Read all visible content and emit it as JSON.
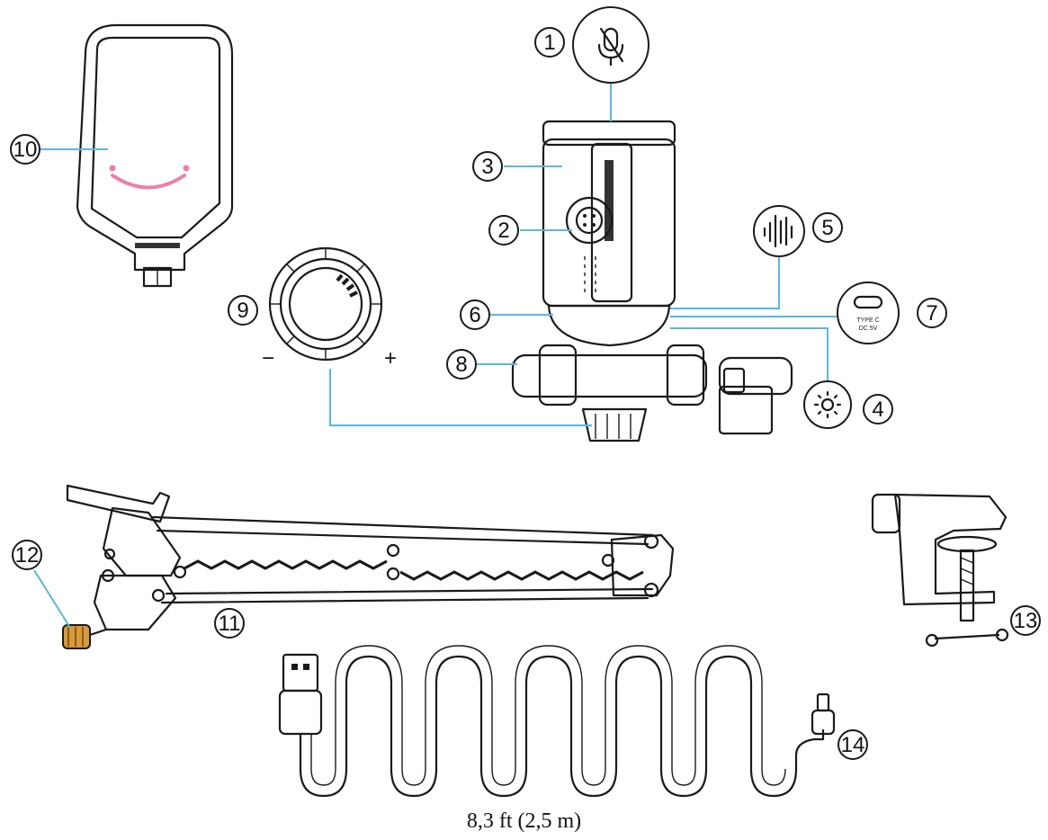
{
  "callouts": {
    "n1": "1",
    "n2": "2",
    "n3": "3",
    "n4": "4",
    "n5": "5",
    "n6": "6",
    "n7": "7",
    "n8": "8",
    "n9": "9",
    "n10": "10",
    "n11": "11",
    "n12": "12",
    "n13": "13",
    "n14": "14"
  },
  "knob": {
    "minus": "−",
    "plus": "+"
  },
  "port_label": "TYPE C\nDC 5V",
  "cable_length": "8,3 ft (2,5 m)",
  "colors": {
    "leader_line": "#5bb6e0",
    "outline": "#1a1a1a",
    "pink_smile": "#ef7fa8",
    "gold_knob": "#d99a3a"
  }
}
